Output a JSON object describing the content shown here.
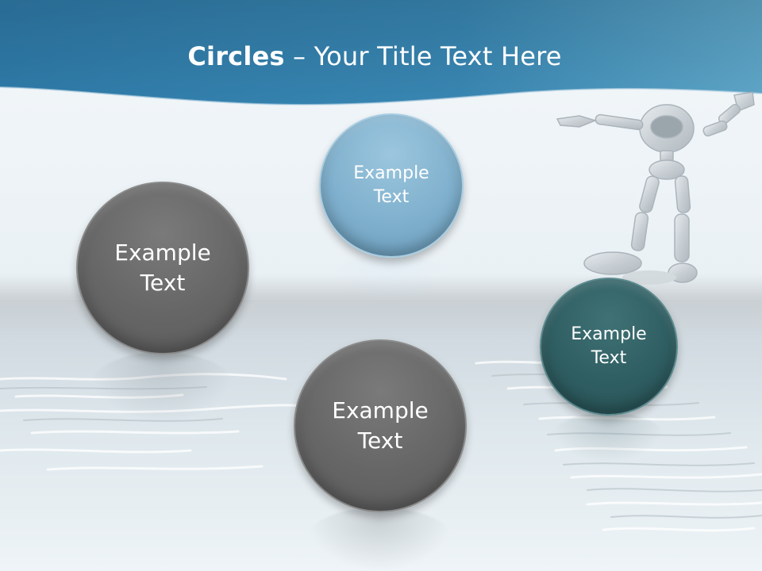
{
  "title": {
    "bold": "Circles",
    "rest": " – Your Title Text Here"
  },
  "circles": [
    {
      "label": "Example\nText",
      "style": "gray",
      "color": "#666666"
    },
    {
      "label": "Example\nText",
      "style": "blue",
      "color": "#7fb0cd"
    },
    {
      "label": "Example\nText",
      "style": "gray",
      "color": "#666666"
    },
    {
      "label": "Example\nText",
      "style": "teal",
      "color": "#2f5e62"
    }
  ],
  "colors": {
    "header": "#2f7fae",
    "header_light": "#5fa3c6",
    "background": "#f3f7fa"
  }
}
